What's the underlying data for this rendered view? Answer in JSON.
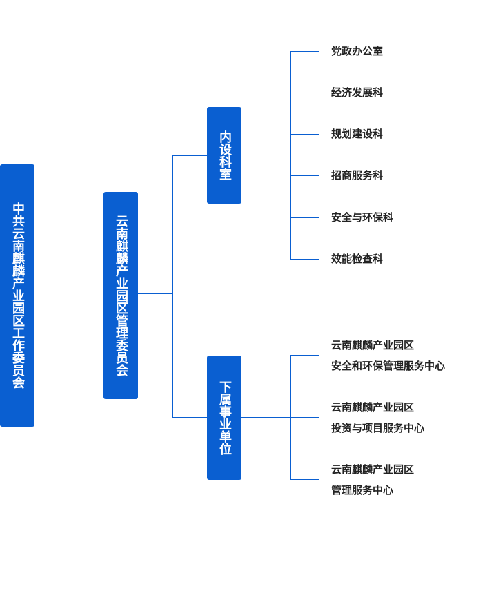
{
  "colors": {
    "box": "#0a5fd1",
    "line": "#0a5fd1",
    "text": "#222222"
  },
  "root": {
    "label": "中共云南麒麟产业园区工作委员会"
  },
  "committee": {
    "label": "云南麒麟产业园区管理委员会"
  },
  "branches": [
    {
      "label": "内设科室",
      "children": [
        "党政办公室",
        "经济发展科",
        "规划建设科",
        "招商服务科",
        "安全与环保科",
        "效能检查科"
      ]
    },
    {
      "label": "下属事业单位",
      "children": [
        {
          "line1": "云南麒麟产业园区",
          "line2": "安全和环保管理服务中心"
        },
        {
          "line1": "云南麒麟产业园区",
          "line2": "投资与项目服务中心"
        },
        {
          "line1": "云南麒麟产业园区",
          "line2": "管理服务中心"
        }
      ]
    }
  ]
}
